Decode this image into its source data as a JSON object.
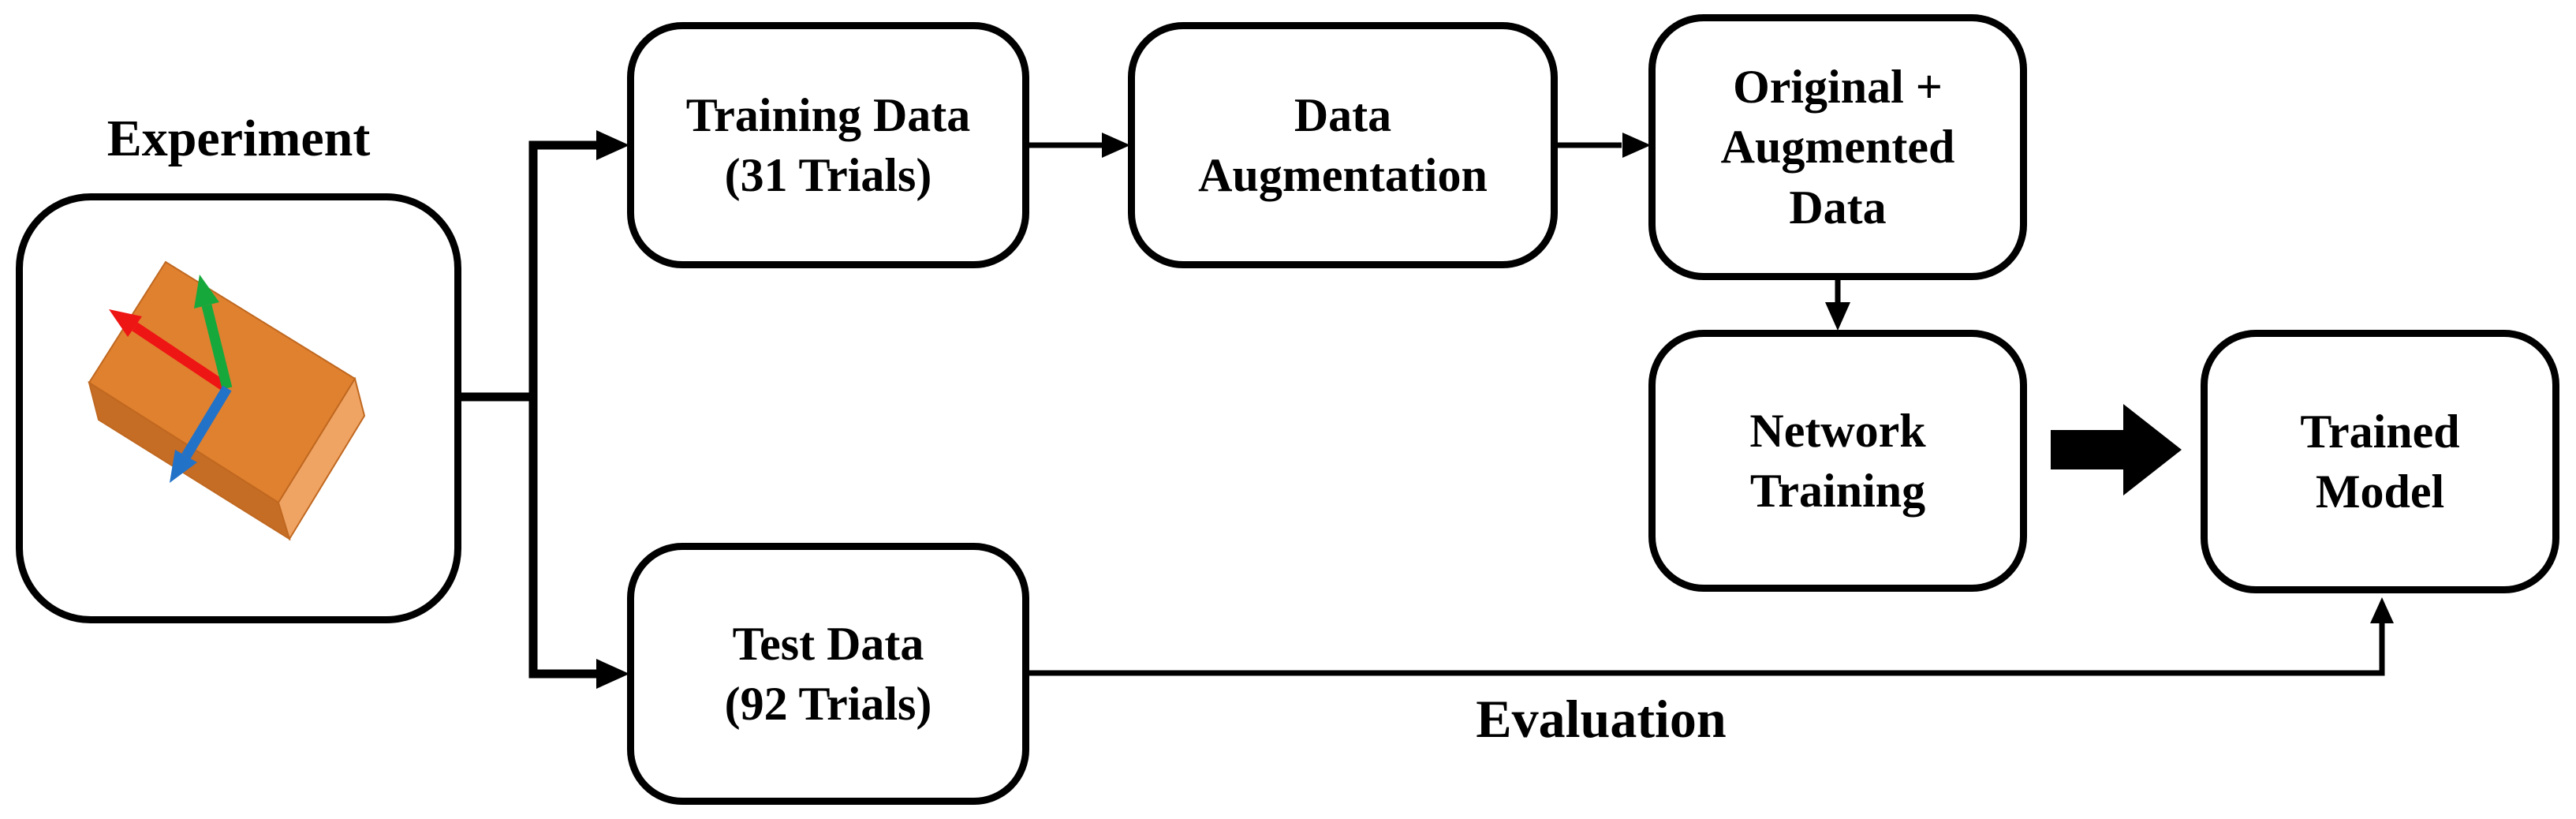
{
  "figure": {
    "background": "#ffffff",
    "line_color": "#000000",
    "experiment_label": "Experiment",
    "evaluation_label": "Evaluation",
    "nodes": {
      "training_data": {
        "line1": "Training Data",
        "line2": "(31 Trials)"
      },
      "data_augmentation": {
        "line1": "Data",
        "line2": "Augmentation"
      },
      "original_augmented": {
        "line1": "Original +",
        "line2": "Augmented",
        "line3": "Data"
      },
      "network_training": {
        "line1": "Network",
        "line2": "Training"
      },
      "trained_model": {
        "line1": "Trained",
        "line2": "Model"
      },
      "test_data": {
        "line1": "Test Data",
        "line2": "(92 Trials)"
      }
    },
    "experiment_graphic": {
      "icon": "3d-block-with-xyz-axis-arrows",
      "colors": {
        "top_face": "#E0812F",
        "front_face": "#C56C25",
        "side_face": "#F0A464",
        "edge": "#C06820",
        "axis_x_red": "#EE1515",
        "axis_y_green": "#17A83C",
        "axis_z_blue": "#2272C8"
      }
    }
  }
}
